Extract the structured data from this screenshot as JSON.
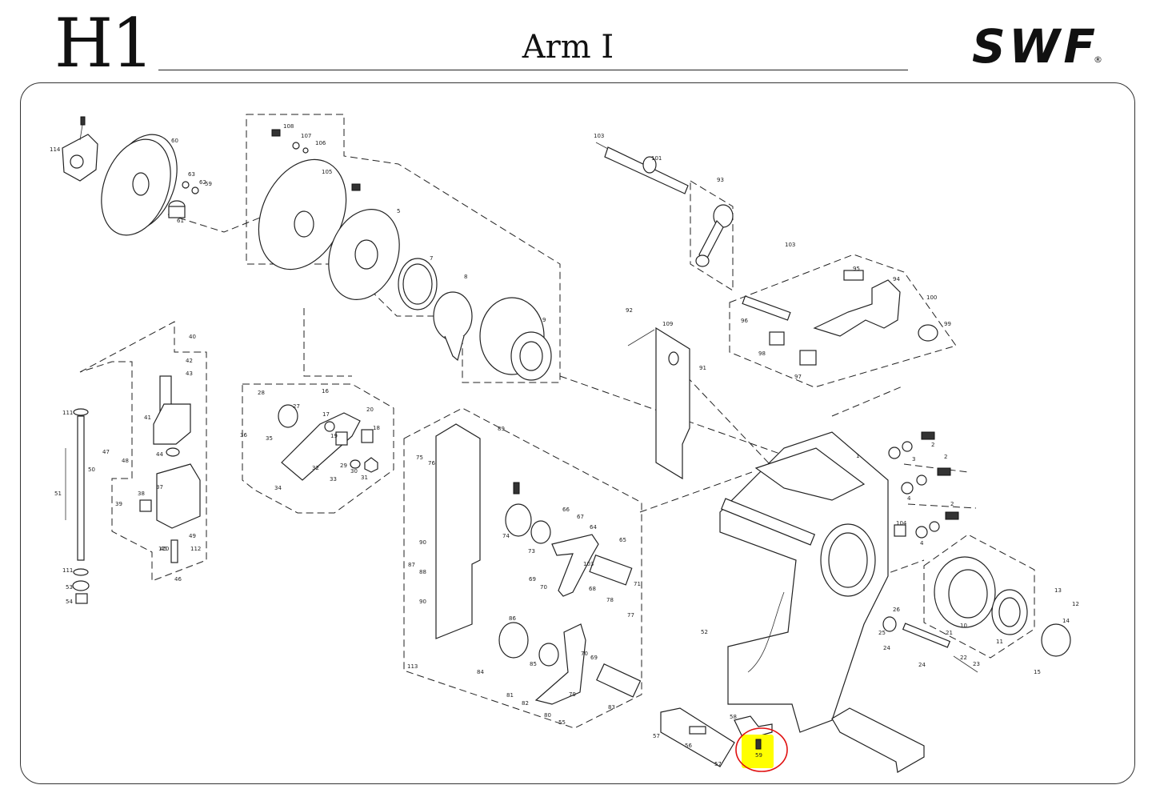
{
  "header": {
    "page_code": "H1",
    "section_title": "Arm I",
    "brand": "SWF",
    "brand_mark": "®"
  },
  "highlight": {
    "part_number": "59",
    "fill_color": "#ffff00",
    "circle_color": "#e01010"
  },
  "part_labels": [
    "1",
    "2",
    "2",
    "2",
    "3",
    "4",
    "4",
    "5",
    "7",
    "8",
    "9",
    "10",
    "11",
    "12",
    "13",
    "14",
    "15",
    "16",
    "17",
    "18",
    "19",
    "20",
    "21",
    "22",
    "23",
    "24",
    "24",
    "25",
    "26",
    "27",
    "28",
    "29",
    "30",
    "31",
    "32",
    "33",
    "34",
    "35",
    "36",
    "37",
    "38",
    "39",
    "40",
    "41",
    "42",
    "43",
    "44",
    "45",
    "46",
    "47",
    "48",
    "49",
    "50",
    "51",
    "52",
    "53",
    "54",
    "55",
    "56",
    "57",
    "57",
    "58",
    "59",
    "60",
    "61",
    "62",
    "63",
    "64",
    "65",
    "66",
    "67",
    "68",
    "69",
    "69",
    "70",
    "70",
    "71",
    "73",
    "74",
    "75",
    "76",
    "77",
    "78",
    "79",
    "80",
    "81",
    "82",
    "83",
    "84",
    "85",
    "86",
    "87",
    "88",
    "89",
    "90",
    "90",
    "91",
    "92",
    "93",
    "94",
    "95",
    "96",
    "97",
    "98",
    "99",
    "100",
    "101",
    "103",
    "103",
    "103",
    "104",
    "105",
    "106",
    "107",
    "108",
    "109",
    "110",
    "111",
    "111",
    "112",
    "113",
    "114"
  ],
  "icons": [
    "swf-logo"
  ]
}
